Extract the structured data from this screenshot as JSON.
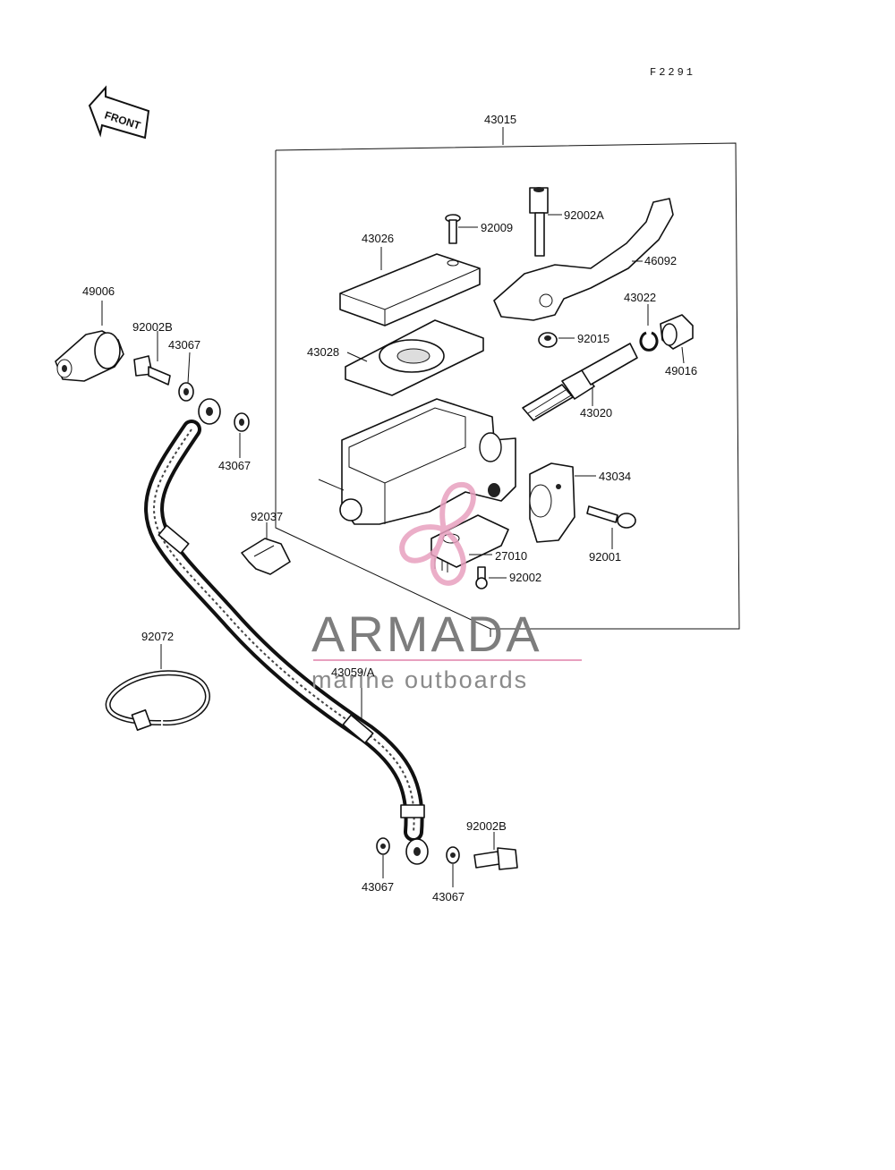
{
  "diagram_code": "F2291",
  "front_label": "FRONT",
  "watermark": {
    "brand": "ARMADA",
    "tagline": "marine outboards",
    "accent_color": "#e8a0bf",
    "text_color": "#7d7d7d"
  },
  "parts": {
    "p43015": "43015",
    "p92002a": "92002A",
    "p92009": "92009",
    "p43026": "43026",
    "p46092": "46092",
    "p49006": "49006",
    "p43022": "43022",
    "p92002b_top": "92002B",
    "p43067_top": "43067",
    "p43028": "43028",
    "p92015": "92015",
    "p49016": "49016",
    "p43020": "43020",
    "p43067_mid": "43067",
    "p43034": "43034",
    "p92037": "92037",
    "p92001": "92001",
    "p27010": "27010",
    "p92002": "92002",
    "p92072": "92072",
    "p43059a": "43059/A",
    "p92002b_bot": "92002B",
    "p43067_bl": "43067",
    "p43067_br": "43067"
  }
}
